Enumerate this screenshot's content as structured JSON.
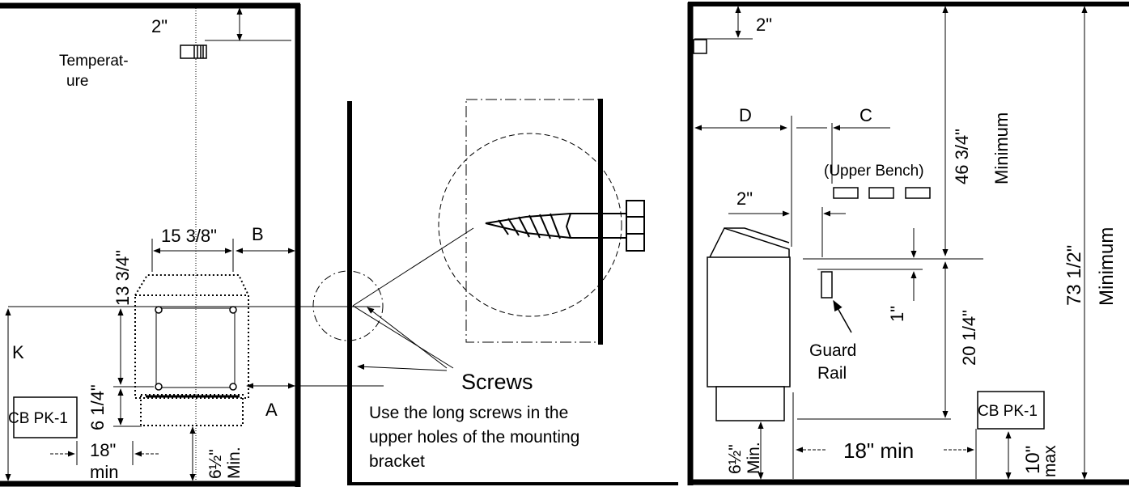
{
  "left_panel": {
    "dim_top": "2\"",
    "temperature_label_1": "Temperat-",
    "temperature_label_2": "ure",
    "dim_width": "15 3/8\"",
    "label_b": "B",
    "dim_height": "13 3/4\"",
    "label_k": "K",
    "dim_side": "6 1/4\"",
    "label_a": "A",
    "control_box": "CB PK-1",
    "dim_clear_1": "18\"",
    "dim_clear_2": "min",
    "dim_floor": "6½\"",
    "dim_floor_min": "Min."
  },
  "middle_panel": {
    "screws_title": "Screws",
    "screws_note_1": "Use the long screws in the",
    "screws_note_2": "upper holes of the mounting",
    "screws_note_3": "bracket"
  },
  "right_panel": {
    "dim_top": "2\"",
    "label_d": "D",
    "label_c": "C",
    "upper_bench": "(Upper Bench)",
    "dim_46_value": "46 3/4\"",
    "dim_46_min": "Minimum",
    "dim_73_value": "73 1/2\"",
    "dim_73_min": "Minimum",
    "dim_gap": "2\"",
    "dim_rail_gap": "1\"",
    "guard_rail_1": "Guard",
    "guard_rail_2": "Rail",
    "dim_20": "20 1/4\"",
    "control_box": "CB PK-1",
    "dim_floor": "6½\"",
    "dim_floor_min": "Min.",
    "dim_18": "18\" min",
    "dim_10": "10\"",
    "dim_10_max": "max"
  }
}
